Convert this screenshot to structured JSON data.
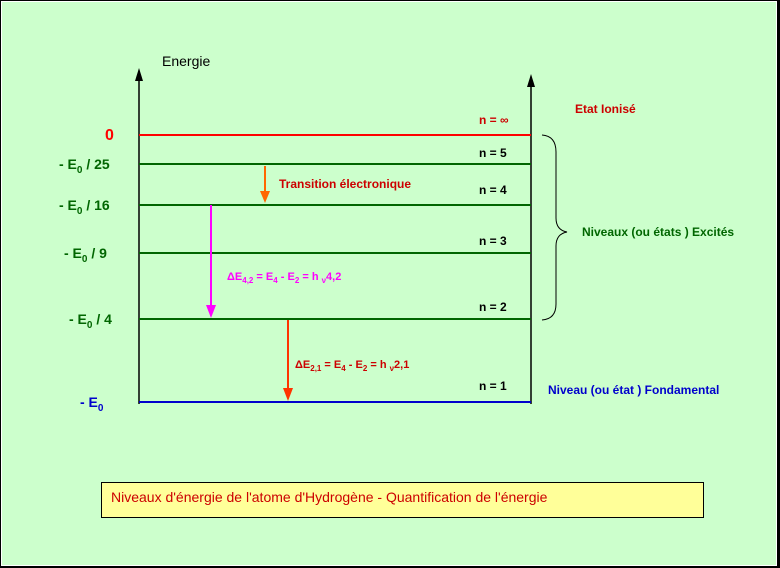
{
  "axis_label": "Energie",
  "levels": [
    {
      "n_label": "n = ∞",
      "energy": "0",
      "energy_sub": "",
      "energy_rest": "",
      "color": "#ff0000",
      "label_color": "#ff0000"
    },
    {
      "n_label": "n = 5",
      "energy": "- E",
      "energy_sub": "0",
      "energy_rest": " / 25",
      "color": "#006600",
      "label_color": "#006600"
    },
    {
      "n_label": "n = 4",
      "energy": "- E",
      "energy_sub": "0",
      "energy_rest": " / 16",
      "color": "#006600",
      "label_color": "#006600"
    },
    {
      "n_label": "n = 3",
      "energy": "- E",
      "energy_sub": "0",
      "energy_rest": " / 9",
      "color": "#006600",
      "label_color": "#006600"
    },
    {
      "n_label": "n = 2",
      "energy": "- E",
      "energy_sub": "0",
      "energy_rest": " / 4",
      "color": "#006600",
      "label_color": "#006600"
    },
    {
      "n_label": "n = 1",
      "energy": "- E",
      "energy_sub": "0",
      "energy_rest": "",
      "color": "#0000cc",
      "label_color": "#0000cc"
    }
  ],
  "labels": {
    "ionized": "Etat Ionisé",
    "excited": "Niveaux (ou états ) Excités",
    "ground": "Niveau (ou état ) Fondamental",
    "transition": "Transition électronique"
  },
  "formula_42": {
    "parts": [
      "ΔE",
      "4,2",
      " = E",
      "4",
      " - E",
      "2",
      " = h ",
      "ν",
      "4,2"
    ],
    "color": "#ff00ff"
  },
  "formula_21": {
    "parts": [
      "ΔE",
      "2,1",
      " = E",
      "4",
      " - E",
      "2",
      " = h ",
      "ν",
      "2,1"
    ],
    "color": "#cc0000"
  },
  "colors": {
    "background": "#ccffcc",
    "ionized": "#cc0000",
    "excited": "#006600",
    "ground": "#0000cc",
    "transition_arrow": "#ff6600",
    "arrow_42": "#ff00ff",
    "arrow_21": "#ff3300"
  },
  "caption": "Niveaux d'énergie de l'atome d'Hydrogène - Quantification de l'énergie"
}
